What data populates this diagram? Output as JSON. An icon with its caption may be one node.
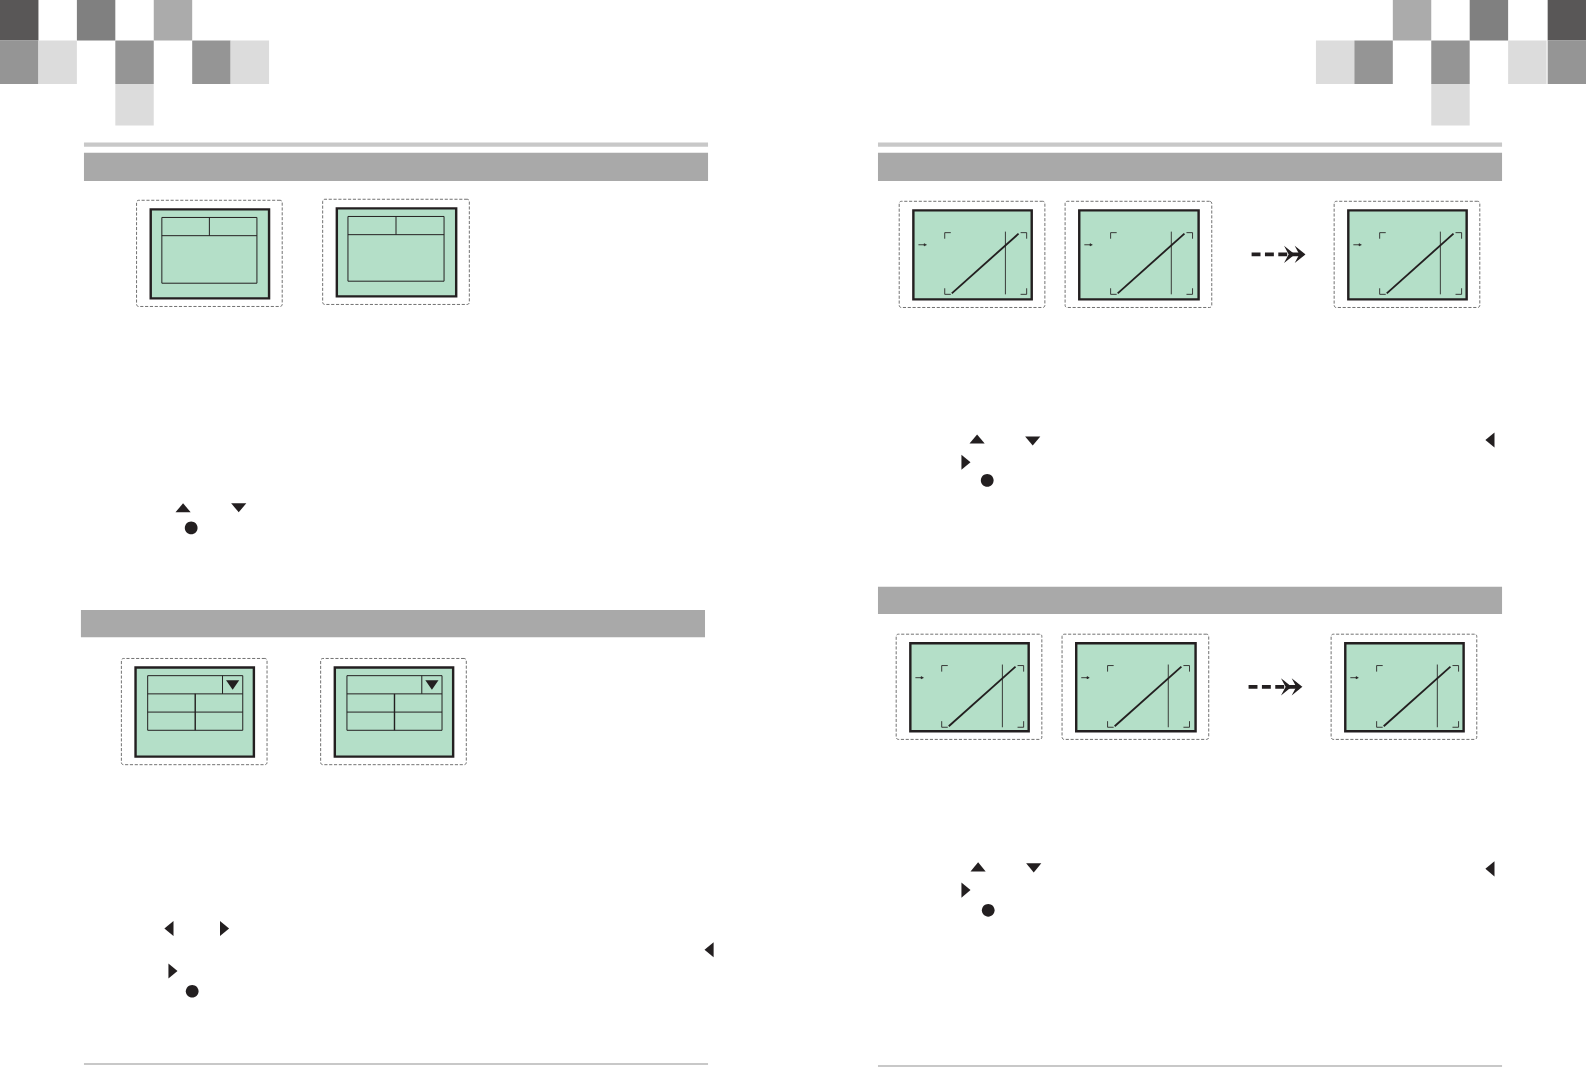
{
  "diagram": {
    "nodes": [
      {
        "text": [],
        "shape": "picture"
      },
      {
        "text": [],
        "shape": "picture"
      },
      {
        "text": [],
        "shape": "picture"
      },
      {
        "text": [],
        "shape": "picture"
      },
      {
        "text": [],
        "shape": "picture"
      },
      {
        "text": [],
        "shape": "picture"
      },
      {
        "text": [],
        "shape": "picture"
      },
      {
        "text": [],
        "shape": "picture"
      },
      {
        "text": [],
        "shape": "picture"
      },
      {
        "text": [],
        "shape": "picture"
      }
    ],
    "edges": [
      {
        "from": 5,
        "to": 6,
        "arrow": "to",
        "style": "dashed"
      },
      {
        "from": 8,
        "to": 9,
        "arrow": "to",
        "style": "dashed"
      }
    ]
  }
}
